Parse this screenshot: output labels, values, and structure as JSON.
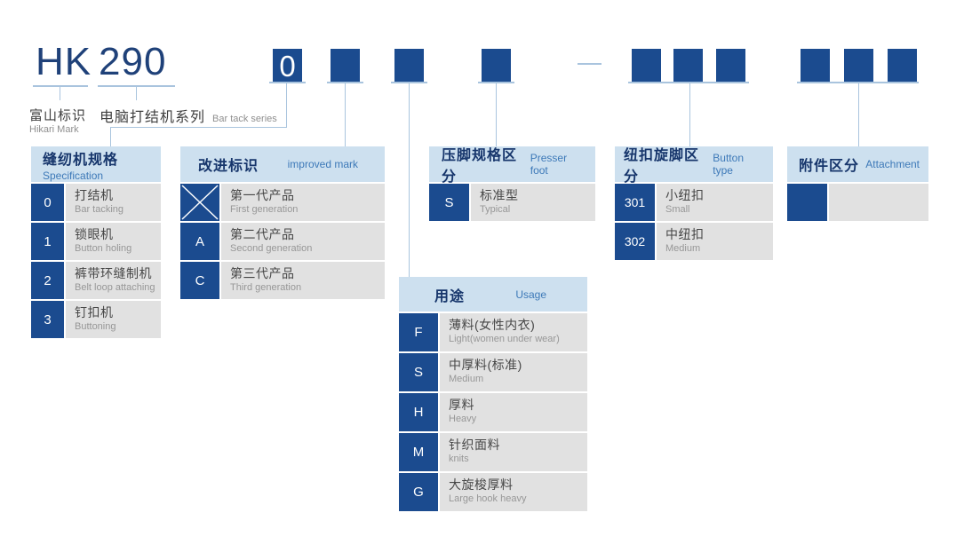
{
  "colors": {
    "box_blue": "#1b4b8f",
    "header_light_blue": "#cde0ef",
    "cell_gray": "#e1e1e1",
    "connector_blue": "#a9c4de",
    "title_navy": "#16356b",
    "title_blue": "#3d79b8",
    "code_blue": "#1f4179"
  },
  "model": {
    "brand": "HK",
    "series": "290",
    "digit": "0",
    "separator": "-"
  },
  "legend": {
    "brand_zh": "富山标识",
    "brand_en": "Hikari Mark",
    "series_zh": "电脑打结机系列",
    "series_en": "Bar tack series"
  },
  "tables": {
    "specification": {
      "title_zh": "缝纫机规格",
      "title_en": "Specification",
      "rows": [
        {
          "key": "0",
          "zh": "打结机",
          "en": "Bar tacking"
        },
        {
          "key": "1",
          "zh": "锁眼机",
          "en": "Button holing"
        },
        {
          "key": "2",
          "zh": "裤带环缝制机",
          "en": "Belt loop attaching"
        },
        {
          "key": "3",
          "zh": "钉扣机",
          "en": "Buttoning"
        }
      ]
    },
    "improved": {
      "title_zh": "改进标识",
      "title_en": "improved mark",
      "rows": [
        {
          "key": "X",
          "zh": "第一代产品",
          "en": "First generation"
        },
        {
          "key": "A",
          "zh": "第二代产品",
          "en": "Second generation"
        },
        {
          "key": "C",
          "zh": "第三代产品",
          "en": "Third generation"
        }
      ]
    },
    "presser": {
      "title_zh": "压脚规格区分",
      "title_en": "Presser foot",
      "rows": [
        {
          "key": "S",
          "zh": "标准型",
          "en": "Typical"
        }
      ]
    },
    "button": {
      "title_zh": "纽扣旋脚区分",
      "title_en": "Button type",
      "rows": [
        {
          "key": "301",
          "zh": "小纽扣",
          "en": "Small"
        },
        {
          "key": "302",
          "zh": "中纽扣",
          "en": "Medium"
        }
      ]
    },
    "attachment": {
      "title_zh": "附件区分",
      "title_en": "Attachment",
      "rows": [
        {
          "key": "",
          "zh": "",
          "en": ""
        }
      ]
    },
    "usage": {
      "title_zh": "用途",
      "title_en": "Usage",
      "rows": [
        {
          "key": "F",
          "zh": "薄料(女性内衣)",
          "en": "Light(women under wear)"
        },
        {
          "key": "S",
          "zh": "中厚料(标准)",
          "en": "Medium"
        },
        {
          "key": "H",
          "zh": "厚料",
          "en": "Heavy"
        },
        {
          "key": "M",
          "zh": "针织面料",
          "en": "knits"
        },
        {
          "key": "G",
          "zh": "大旋梭厚料",
          "en": "Large hook heavy"
        }
      ]
    }
  }
}
